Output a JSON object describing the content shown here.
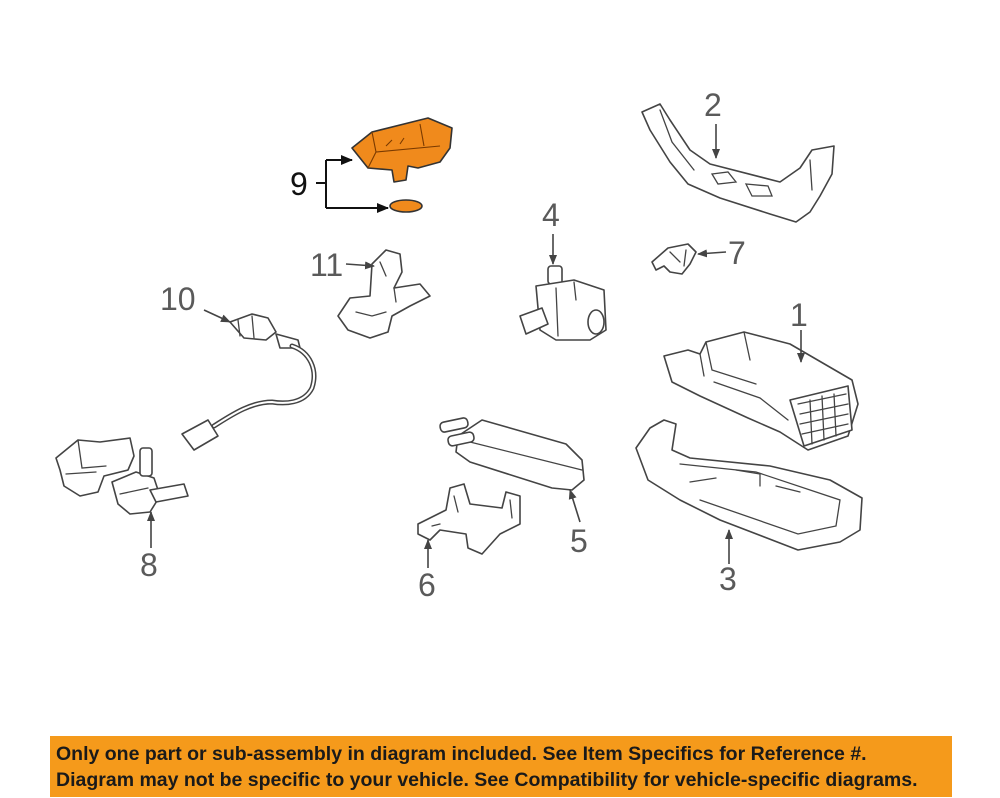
{
  "callouts": {
    "c1": "1",
    "c2": "2",
    "c3": "3",
    "c4": "4",
    "c5": "5",
    "c6": "6",
    "c7": "7",
    "c8": "8",
    "c9": "9",
    "c10": "10",
    "c11": "11"
  },
  "notice": {
    "line1": "Only one part or sub-assembly in diagram included. See Item Specifics for Reference #.",
    "line2": "Diagram may not be specific to your vehicle. See Compatibility for vehicle-specific diagrams."
  },
  "colors": {
    "highlight": "#f08a1c",
    "notice_bg": "#f59a1b"
  }
}
